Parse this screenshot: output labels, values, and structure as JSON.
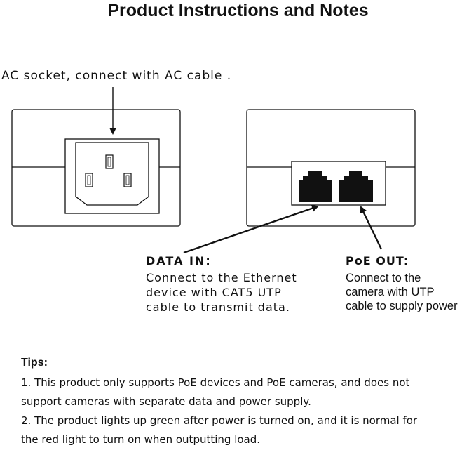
{
  "header": {
    "title": "Product Instructions and Notes"
  },
  "ac_socket": {
    "label": "AC socket, connect with AC cable ."
  },
  "data_in": {
    "heading": "DATA IN:",
    "lines": [
      "Connect to the Ethernet",
      "device with CAT5 UTP",
      "cable to transmit data."
    ]
  },
  "poe_out": {
    "heading": "PoE OUT:",
    "lines": [
      "Connect to the",
      "camera with UTP",
      "cable to supply power"
    ]
  },
  "tips": {
    "title": "Tips:",
    "items": [
      "1. This product only supports PoE devices and PoE cameras, and does not\nsupport cameras with separate data and power supply.",
      "2. The product lights up green after power is turned on, and it is normal for\nthe red light to turn on when outputting load."
    ]
  }
}
